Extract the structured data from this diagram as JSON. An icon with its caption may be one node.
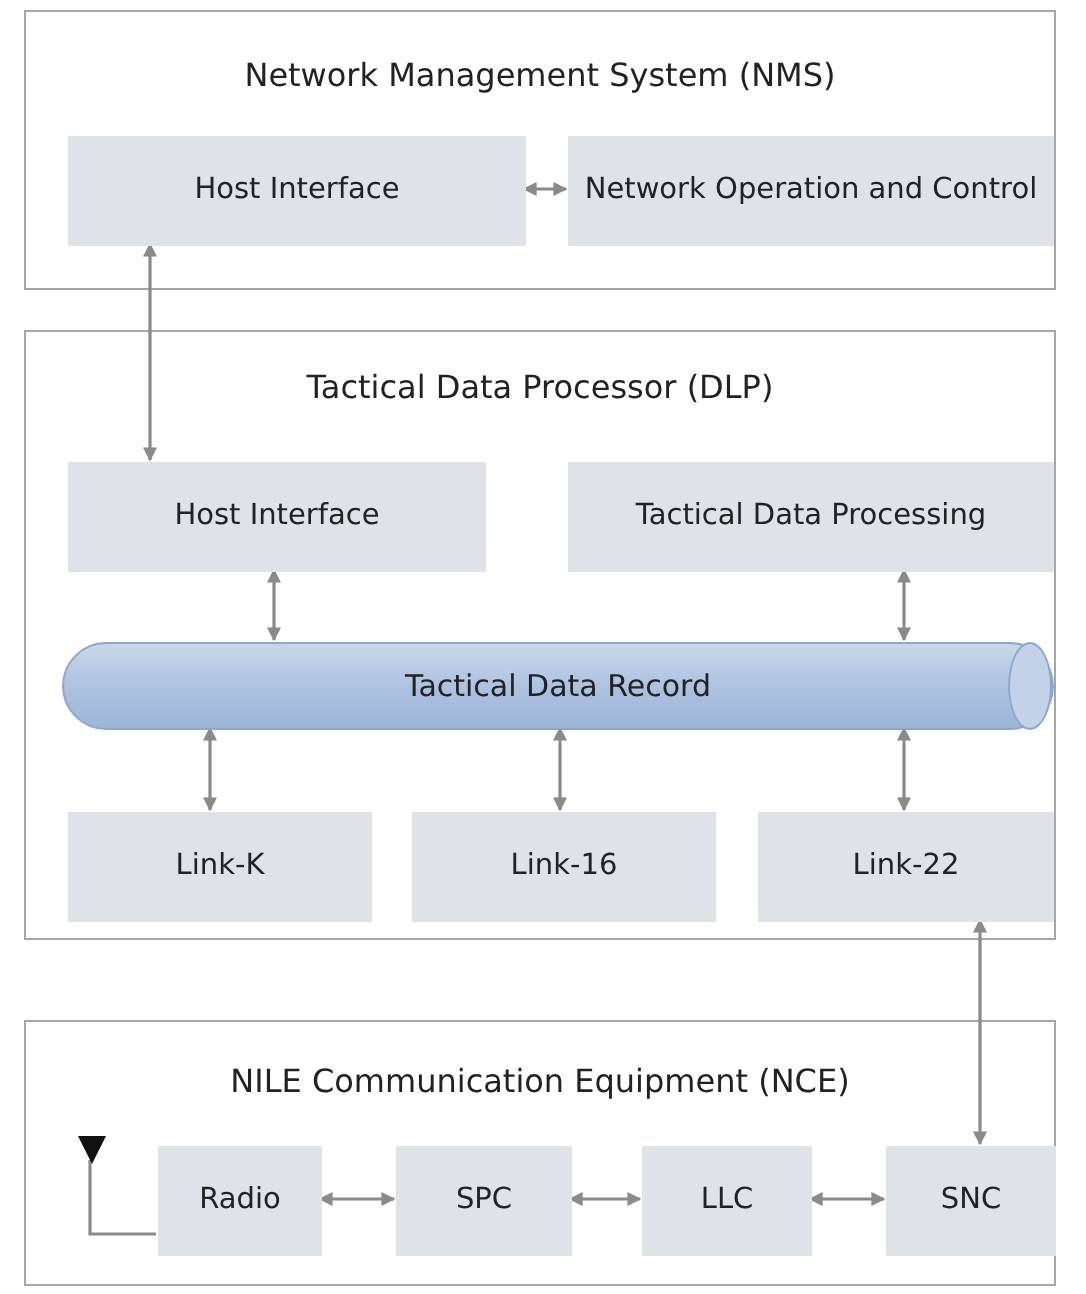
{
  "diagram": {
    "nodes": [
      {
        "text": [
          "Network Management System (NMS)"
        ]
      },
      {
        "text": [
          "Host Interface"
        ],
        "in": 0
      },
      {
        "text": [
          "Network Operation and Control"
        ],
        "in": 0
      },
      {
        "text": [
          "Tactical Data Processor (DLP)"
        ]
      },
      {
        "text": [
          "Host Interface"
        ],
        "in": 3
      },
      {
        "text": [
          "Tactical Data Processing"
        ],
        "in": 3
      },
      {
        "text": [
          "Tactical Data Record"
        ],
        "in": 3
      },
      {
        "text": [
          "Link-K"
        ],
        "in": 3
      },
      {
        "text": [
          "Link-16"
        ],
        "in": 3
      },
      {
        "text": [
          "Link-22"
        ],
        "in": 3
      },
      {
        "text": [
          "NILE Communication Equipment (NCE)"
        ]
      },
      {
        "text": [],
        "shape": "antenna",
        "in": 10
      },
      {
        "text": [
          "Radio"
        ],
        "in": 10
      },
      {
        "text": [
          "SPC"
        ],
        "in": 10
      },
      {
        "text": [
          "LLC"
        ],
        "in": 10
      },
      {
        "text": [
          "SNC"
        ],
        "in": 10
      }
    ],
    "edges": [
      {
        "from": 1,
        "to": 2,
        "arrow": "both"
      },
      {
        "from": 1,
        "to": 4,
        "arrow": "both"
      },
      {
        "from": 4,
        "to": 6,
        "arrow": "both"
      },
      {
        "from": 5,
        "to": 6,
        "arrow": "both"
      },
      {
        "from": 6,
        "to": 7,
        "arrow": "both"
      },
      {
        "from": 6,
        "to": 8,
        "arrow": "both"
      },
      {
        "from": 6,
        "to": 9,
        "arrow": "both"
      },
      {
        "from": 9,
        "to": 15,
        "arrow": "both"
      },
      {
        "from": 11,
        "to": 12,
        "arrow": "none"
      },
      {
        "from": 12,
        "to": 13,
        "arrow": "both"
      },
      {
        "from": 13,
        "to": 14,
        "arrow": "both"
      },
      {
        "from": 14,
        "to": 15,
        "arrow": "both"
      }
    ]
  }
}
